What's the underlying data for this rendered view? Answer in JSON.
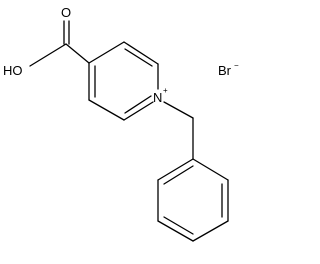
{
  "molecule": {
    "atoms": {
      "hydroxyl": "HO",
      "carbonyl_oxygen": "O",
      "pyridinium_nitrogen": "N",
      "nitrogen_charge": "+",
      "counterion": "Br",
      "counterion_charge": "−"
    }
  }
}
